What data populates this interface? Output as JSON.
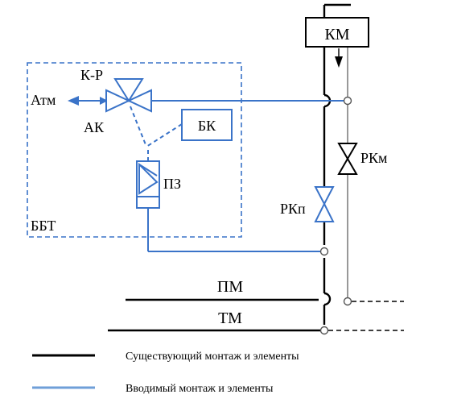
{
  "labels": {
    "km": "КМ",
    "kr": "К-Р",
    "atm": "Атм",
    "ak": "АК",
    "bk": "БК",
    "pz": "ПЗ",
    "bbt": "ББТ",
    "rkm": "РКм",
    "rkp": "РКп",
    "pm": "ПМ",
    "tm": "ТМ"
  },
  "legend": {
    "existing": "Существующий монтаж и элементы",
    "new": "Вводимый монтаж и элементы"
  },
  "colors": {
    "existing": "#000000",
    "new": "#3a73c8",
    "dashed_box": "#3a73c8"
  }
}
